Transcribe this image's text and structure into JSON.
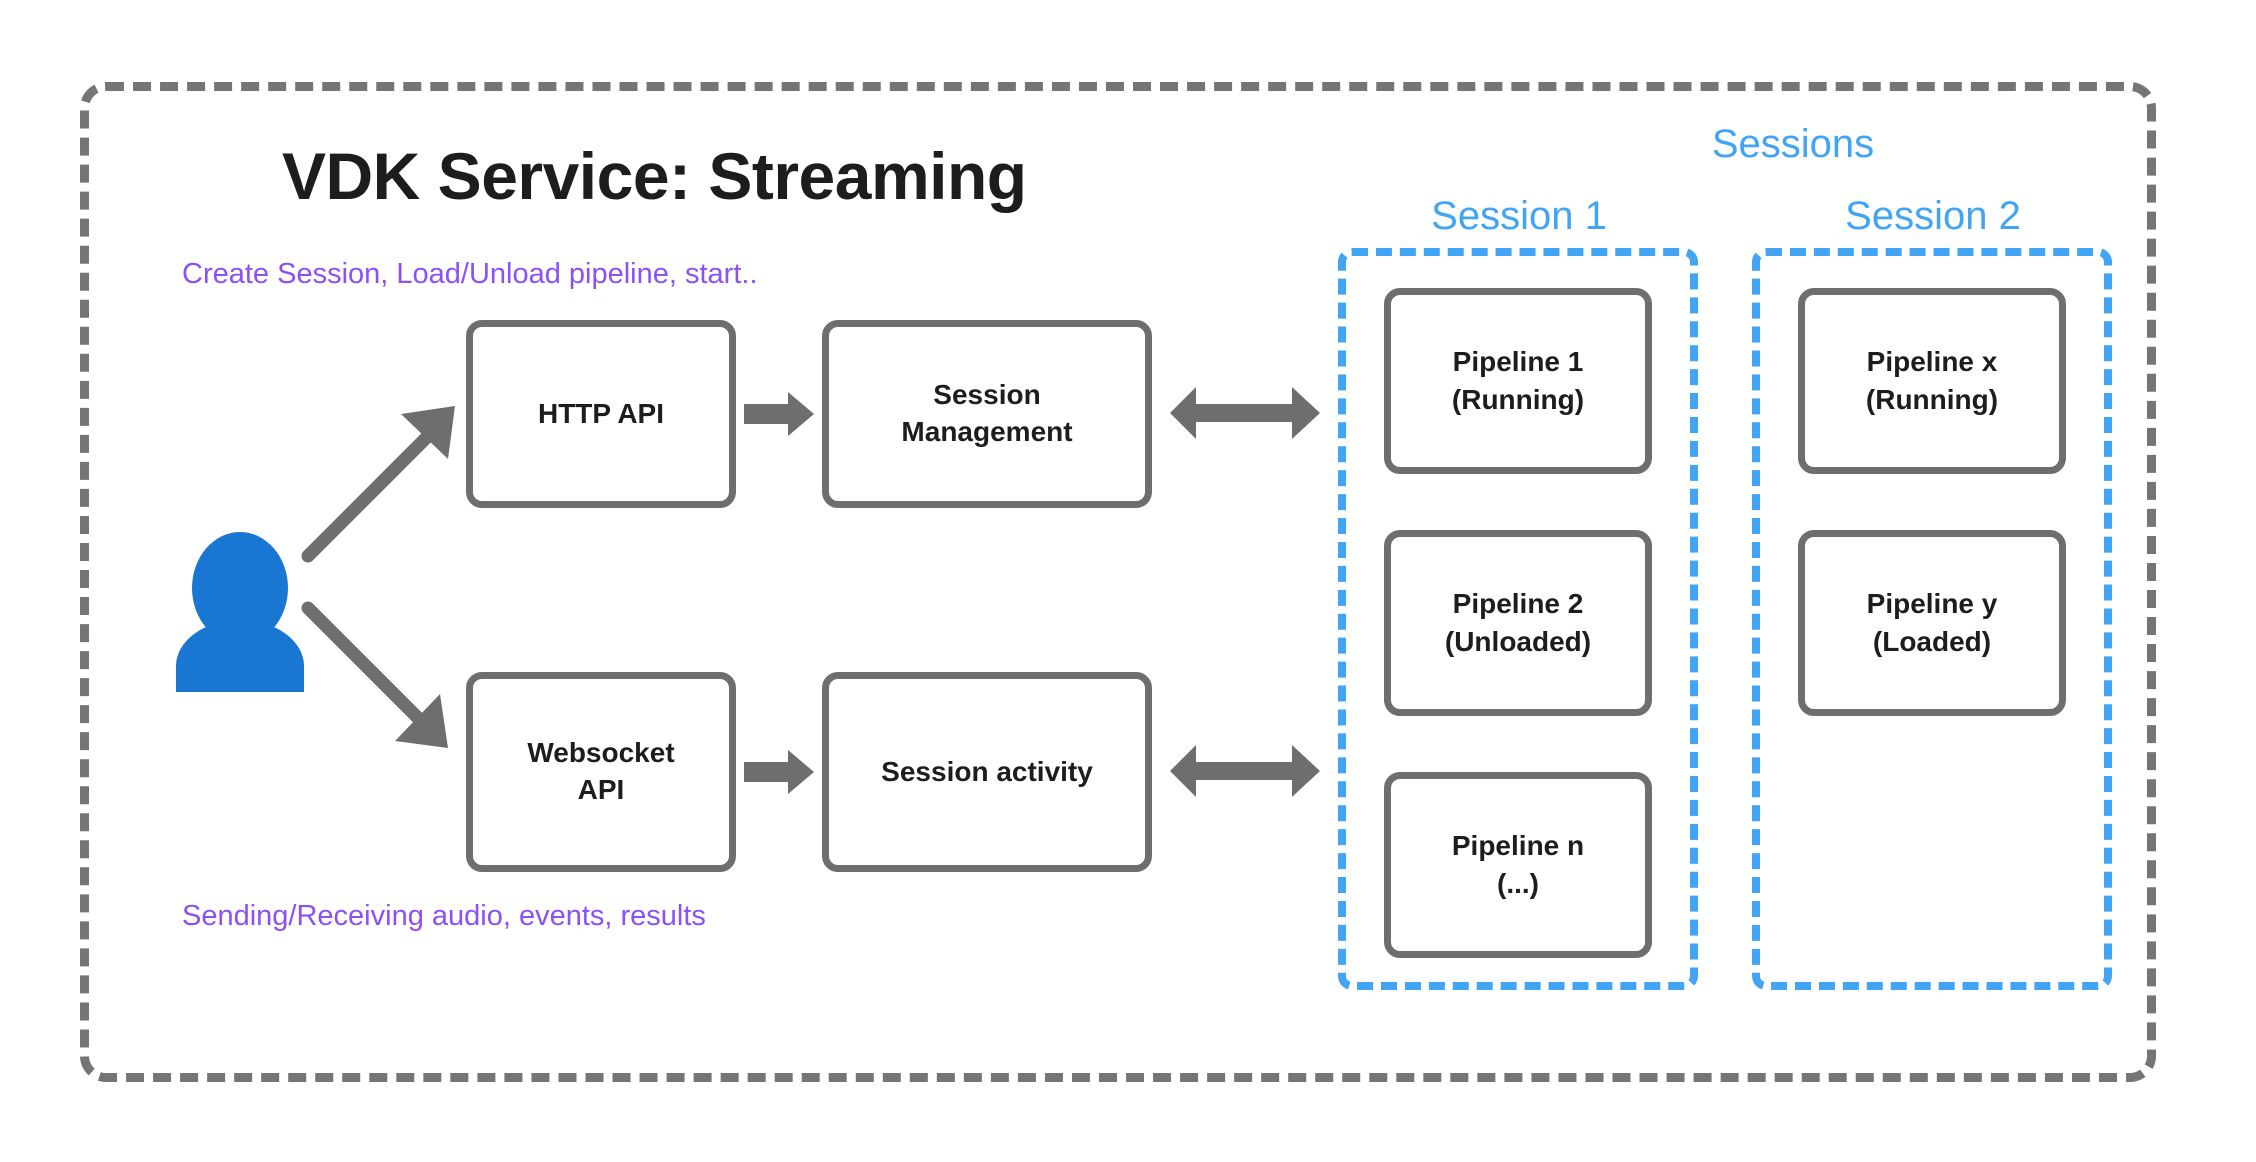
{
  "diagram": {
    "title": "VDK Service: Streaming",
    "frame_name": "vdk-service-boundary",
    "captions": {
      "top": "Create Session, Load/Unload pipeline, start..",
      "bottom": "Sending/Receiving audio, events, results"
    },
    "actor": {
      "icon": "user-icon",
      "color": "#1976D2"
    },
    "services": [
      {
        "id": "http-api",
        "lines": [
          "HTTP API"
        ]
      },
      {
        "id": "session-management",
        "lines": [
          "Session",
          "Management"
        ]
      },
      {
        "id": "websocket-api",
        "lines": [
          "Websocket",
          "API"
        ]
      },
      {
        "id": "session-activity",
        "lines": [
          "Session activity"
        ]
      }
    ],
    "sessions_header": "Sessions",
    "sessions": [
      {
        "label": "Session 1",
        "pipelines": [
          {
            "name": "Pipeline 1",
            "state": "(Running)"
          },
          {
            "name": "Pipeline 2",
            "state": "(Unloaded)"
          },
          {
            "name": "Pipeline n",
            "state": "(...)"
          }
        ]
      },
      {
        "label": "Session 2",
        "pipelines": [
          {
            "name": "Pipeline x",
            "state": "(Running)"
          },
          {
            "name": "Pipeline y",
            "state": "(Loaded)"
          }
        ]
      }
    ],
    "connectors": [
      {
        "id": "user-to-http-api",
        "type": "arrow",
        "direction": "one-way"
      },
      {
        "id": "user-to-websocket-api",
        "type": "arrow",
        "direction": "one-way"
      },
      {
        "id": "http-api-to-session-management",
        "type": "arrow",
        "direction": "one-way"
      },
      {
        "id": "websocket-api-to-session-activity",
        "type": "arrow",
        "direction": "one-way"
      },
      {
        "id": "session-management-to-sessions",
        "type": "arrow",
        "direction": "two-way"
      },
      {
        "id": "session-activity-to-sessions",
        "type": "arrow",
        "direction": "two-way"
      }
    ],
    "colors": {
      "frame_border": "#757575",
      "box_border": "#6E6E6E",
      "session_border": "#41A4F5",
      "session_text": "#41A4F5",
      "caption_text": "#8B51F7",
      "title_text": "#1d1d1d",
      "arrow": "#6E6E6E",
      "actor": "#1976D2",
      "background": "#ffffff"
    }
  }
}
